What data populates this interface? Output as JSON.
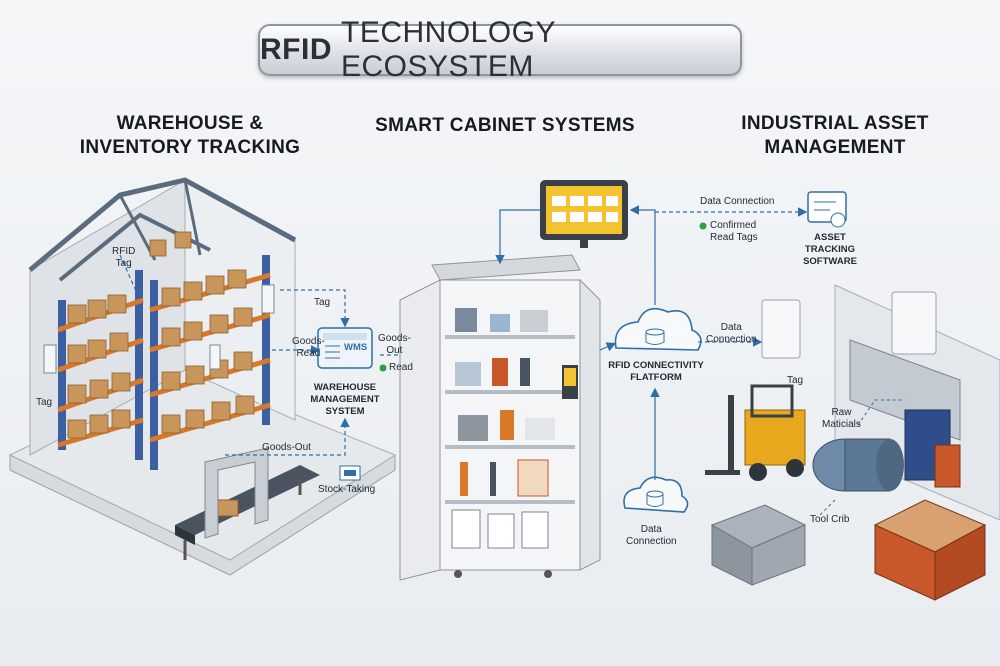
{
  "title": {
    "bold": "RFID",
    "rest": "TECHNOLOGY ECOSYSTEM"
  },
  "sections": {
    "warehouse": [
      "WAREHOUSE &",
      "INVENTORY TRACKING"
    ],
    "cabinet": "SMART CABINET SYSTEMS",
    "industrial": [
      "INDUSTRIAL ASSET",
      "MANAGEMENT"
    ]
  },
  "warehouse_labels": {
    "rfid_tag": [
      "RFID",
      "Tag"
    ],
    "tag_left": "Tag",
    "tag_top": "Tag",
    "goods_read": [
      "Goods-",
      "Read"
    ],
    "wms_badge": "WMS",
    "wms_system": [
      "WAREHOUSE",
      "MANAGEMENT",
      "SYSTEM"
    ],
    "goods_out_read": [
      "Goods-",
      "Out"
    ],
    "read": "Read",
    "goods_out": "Goods-Out",
    "stock_taking": "Stock-Taking"
  },
  "platform": {
    "name": [
      "RFID CONNECTIVITY",
      "FLATFORM"
    ],
    "data_connection_top": "Data Connection",
    "confirmed": [
      "Confirmed",
      "Read Tags"
    ],
    "data_connection_right": [
      "Data",
      "Connection"
    ],
    "data_connection_bottom": [
      "Data",
      "Connection"
    ]
  },
  "industrial_labels": {
    "software": [
      "ASSET TRACKING",
      "SOFTWARE"
    ],
    "tag": "Tag",
    "raw_materials": [
      "Raw",
      "Maticials"
    ],
    "tool_crib": "Tool Crib"
  },
  "colors": {
    "accent_blue": "#2f6fa8",
    "green_dot": "#2e9e3e",
    "box_brown": "#c8955a",
    "rack_blue": "#3b5fa0",
    "rack_orange": "#d9782a",
    "forklift_yellow": "#e8a81e",
    "container_orange": "#c8572a"
  }
}
